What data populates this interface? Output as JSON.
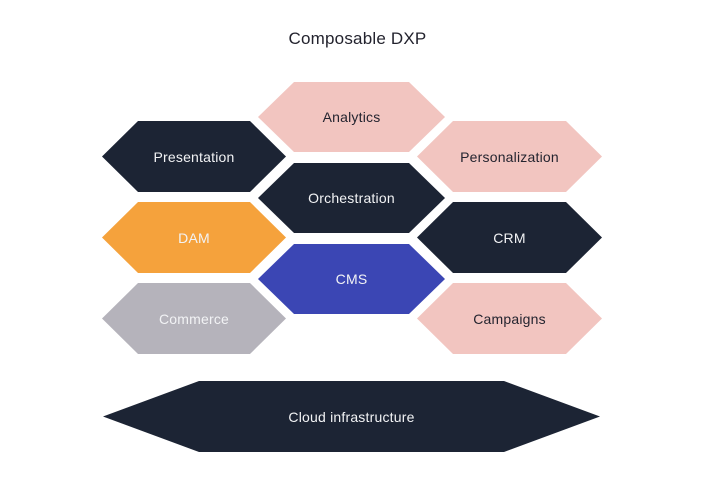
{
  "title": "Composable DXP",
  "colors": {
    "navy": "#1c2434",
    "pink": "#f2c5c0",
    "orange": "#f5a23c",
    "blue": "#3b46b4",
    "gray": "#b5b3bb",
    "text_light": "#f2f3f5",
    "text_dark": "#24242f",
    "background": "#ffffff"
  },
  "hexagons": [
    {
      "id": "analytics",
      "label": "Analytics",
      "fill": "#f2c5c0",
      "text_color": "#24242f"
    },
    {
      "id": "presentation",
      "label": "Presentation",
      "fill": "#1c2434",
      "text_color": "#f2f3f5"
    },
    {
      "id": "personalization",
      "label": "Personalization",
      "fill": "#f2c5c0",
      "text_color": "#24242f"
    },
    {
      "id": "orchestration",
      "label": "Orchestration",
      "fill": "#1c2434",
      "text_color": "#f2f3f5"
    },
    {
      "id": "dam",
      "label": "DAM",
      "fill": "#f5a23c",
      "text_color": "#f2f3f5"
    },
    {
      "id": "crm",
      "label": "CRM",
      "fill": "#1c2434",
      "text_color": "#f2f3f5"
    },
    {
      "id": "cms",
      "label": "CMS",
      "fill": "#3b46b4",
      "text_color": "#f2f3f5"
    },
    {
      "id": "commerce",
      "label": "Commerce",
      "fill": "#b5b3bb",
      "text_color": "#f2f3f5"
    },
    {
      "id": "campaigns",
      "label": "Campaigns",
      "fill": "#f2c5c0",
      "text_color": "#24242f"
    },
    {
      "id": "cloud",
      "label": "Cloud infrastructure",
      "fill": "#1c2434",
      "text_color": "#f2f3f5"
    }
  ]
}
